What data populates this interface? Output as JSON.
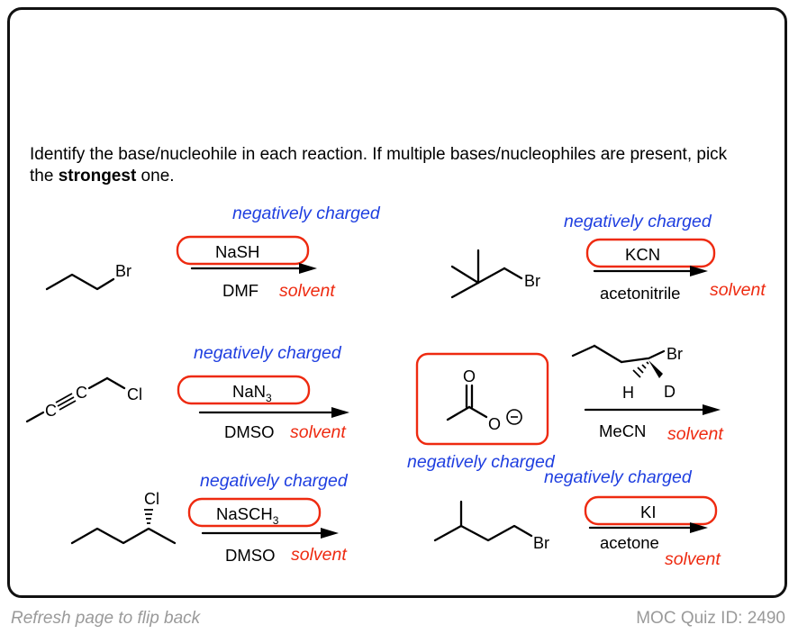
{
  "question": {
    "part1": "Identify the base/nucleohile in each reaction. If multiple bases/nucleophiles are present, pick the ",
    "strong": "strongest",
    "part2": " one."
  },
  "annotations": {
    "negatively_charged": "negatively charged",
    "solvent": "solvent"
  },
  "reactions": [
    {
      "reagent": "NaSH",
      "solvent": "DMF",
      "substrate_atom": "Br"
    },
    {
      "reagent": "KCN",
      "solvent": "acetonitrile",
      "substrate_atom": "Br"
    },
    {
      "reagent_base": "NaN",
      "reagent_sub": "3",
      "solvent": "DMSO",
      "substrate_atom": "Cl",
      "substrate_c": "C"
    },
    {
      "reagent": "",
      "solvent": "MeCN",
      "substrate_atoms": [
        "Br",
        "H",
        "D"
      ],
      "boxed_atoms": [
        "O",
        "O"
      ]
    },
    {
      "reagent_base": "NaSCH",
      "reagent_sub": "3",
      "solvent": "DMSO",
      "substrate_atom": "Cl"
    },
    {
      "reagent": "KI",
      "solvent": "acetone",
      "substrate_atom": "Br"
    }
  ],
  "footer": {
    "flip": "Refresh page to flip back",
    "quiz_id": "MOC Quiz ID: 2490"
  },
  "colors": {
    "annotation_blue": "#1f3fe0",
    "highlight_red": "#ee2a10"
  }
}
